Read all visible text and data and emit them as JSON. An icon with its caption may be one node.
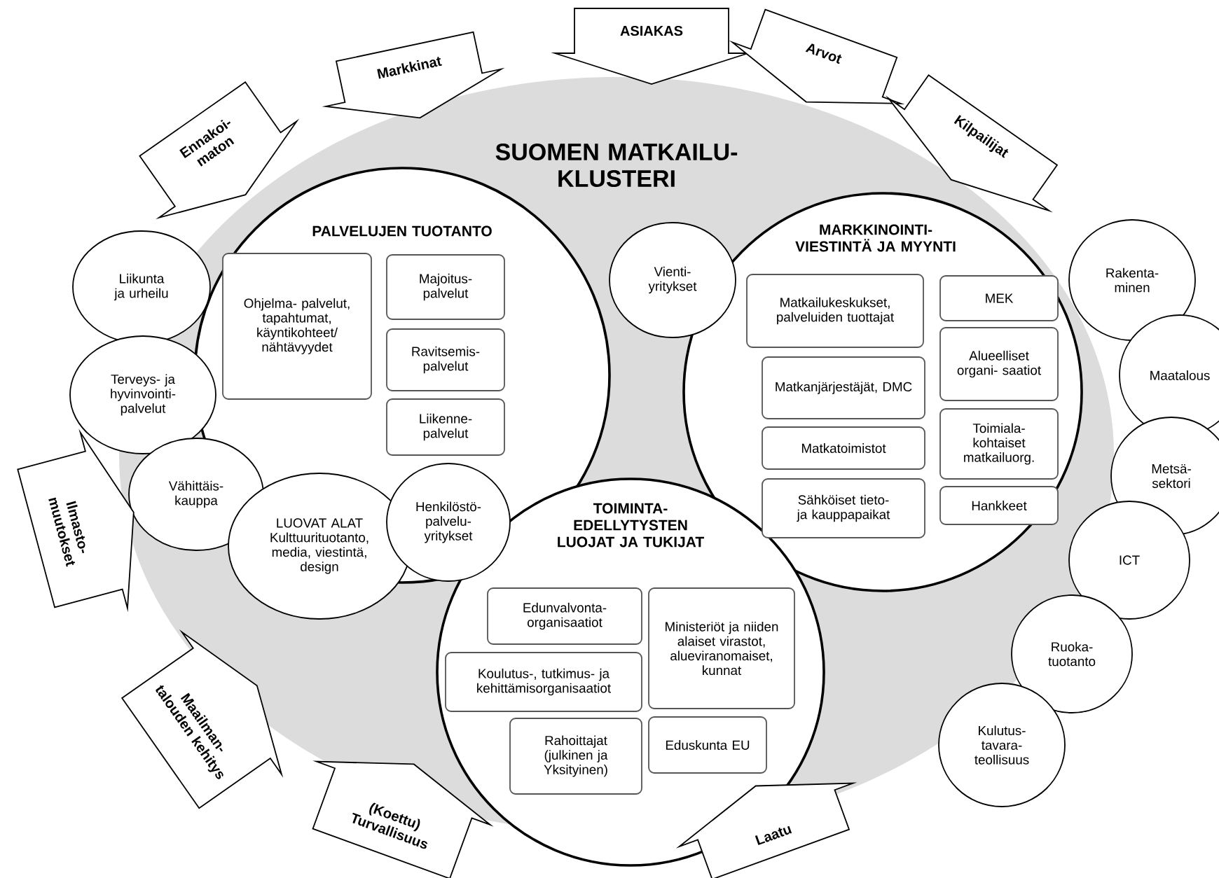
{
  "diagram": {
    "nodes": [
      {
        "text": [
          "SUOMEN MATKAILU- KLUSTERI"
        ]
      },
      {
        "text": [
          "Ennakoi- maton"
        ]
      },
      {
        "text": [
          "Markkinat"
        ]
      },
      {
        "text": [
          "ASIAKAS"
        ]
      },
      {
        "text": [
          "Arvot"
        ]
      },
      {
        "text": [
          "Kilpailijat"
        ]
      },
      {
        "text": [
          "PALVELUJEN TUOTANTO"
        ],
        "in": 0
      },
      {
        "text": [
          "Ohjelma- palvelut, tapahtumat, käyntikohteet/ nähtävyydet"
        ],
        "in": 6
      },
      {
        "text": [
          "Majoitus- palvelut"
        ],
        "in": 6
      },
      {
        "text": [
          "Ravitsemis- palvelut"
        ],
        "in": 6
      },
      {
        "text": [
          "Liikenne- palvelut"
        ],
        "in": 6
      },
      {
        "text": [
          "Vienti- yritykset"
        ],
        "in": 0
      },
      {
        "text": [
          "MARKKINOINTI- VIESTINTÄ JA MYYNTI"
        ],
        "in": 0
      },
      {
        "text": [
          "Matkailukeskukset, palveluiden tuottajat"
        ],
        "in": 12
      },
      {
        "text": [
          "MEK"
        ],
        "in": 12
      },
      {
        "text": [
          "Alueelliset organi- saatiot"
        ],
        "in": 12
      },
      {
        "text": [
          "Matkanjärjestäjät, DMC"
        ],
        "in": 12
      },
      {
        "text": [
          "Toimiala- kohtaiset matkailuorg."
        ],
        "in": 12
      },
      {
        "text": [
          "Matkatoimistot"
        ],
        "in": 12
      },
      {
        "text": [
          "Sähköiset tieto- ja kauppapaikat"
        ],
        "in": 12
      },
      {
        "text": [
          "Hankkeet"
        ],
        "in": 12
      },
      {
        "text": [
          "Liikunta ja urheilu"
        ]
      },
      {
        "text": [
          "Rakenta- minen"
        ]
      },
      {
        "text": [
          "Terveys- ja hyvinvointi- palvelut"
        ],
        "in": 0
      },
      {
        "text": [
          "Maatalous"
        ]
      },
      {
        "text": [
          "Vähittäis- kauppa"
        ],
        "in": 0
      },
      {
        "text": [
          "LUOVAT ALAT",
          "Kulttuurituotanto, media, viestintä, design"
        ],
        "in": 0
      },
      {
        "text": [
          "Henkilöstö- palvelu- yritykset"
        ],
        "in": 6
      },
      {
        "text": [
          "Metsä- sektori"
        ]
      },
      {
        "text": [
          "Ilmasto- muutokset"
        ]
      },
      {
        "text": [
          "TOIMINTA- EDELLYTYSTEN LUOJAT JA TUKIJAT"
        ],
        "in": 0
      },
      {
        "text": [
          "Edunvalvonta- organisaatiot"
        ],
        "in": 30
      },
      {
        "text": [
          "Ministeriöt ja niiden alaiset virastot, alueviranomaiset, kunnat"
        ],
        "in": 30
      },
      {
        "text": [
          "Koulutus-, tutkimus- ja kehittämisorganisaatiot"
        ],
        "in": 30
      },
      {
        "text": [
          "Rahoittajat (julkinen ja Yksityinen)"
        ],
        "in": 30
      },
      {
        "text": [
          "Eduskunta EU"
        ],
        "in": 30
      },
      {
        "text": [
          "ICT"
        ]
      },
      {
        "text": [
          "Ruoka- tuotanto"
        ]
      },
      {
        "text": [
          "Kulutus- tavara- teollisuus"
        ]
      },
      {
        "text": [
          "Maailman- talouden kehitys"
        ]
      },
      {
        "text": [
          "(Koettu) Turvallisuus"
        ]
      },
      {
        "text": [
          "Laatu"
        ]
      }
    ]
  }
}
